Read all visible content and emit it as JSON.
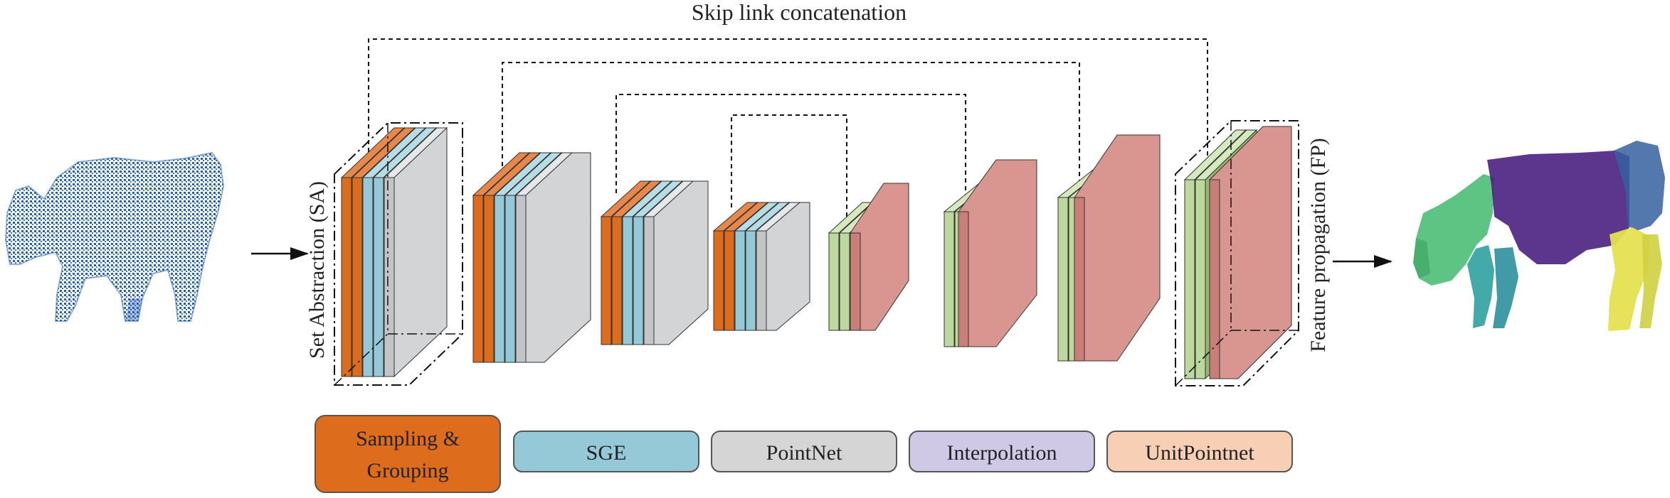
{
  "title": "Skip link concatenation",
  "left_label": "Set Abstraction (SA)",
  "right_label": "Feature propagation (FP)",
  "legend": [
    {
      "key": "sampling",
      "lines": [
        "Sampling &",
        "Grouping"
      ],
      "fill": "#DE6C1D"
    },
    {
      "key": "sge",
      "lines": [
        "SGE"
      ],
      "fill": "#96C9D8"
    },
    {
      "key": "pointnet",
      "lines": [
        "PointNet"
      ],
      "fill": "#D5D5D5"
    },
    {
      "key": "interpolation",
      "lines": [
        "Interpolation"
      ],
      "fill": "#CFC9E6"
    },
    {
      "key": "unitpointnet",
      "lines": [
        "UnitPointnet"
      ],
      "fill": "#F7CFB4"
    }
  ],
  "colors": {
    "orange": "#DE6C1D",
    "blue": "#96C9D8",
    "gray": "#D3D4D5",
    "green": "#BCD89C",
    "pink": "#D99590",
    "cow_input": "#2C5FAA",
    "seg_purple": "#4A2080",
    "seg_green": "#4FBF7A",
    "seg_teal": "#2FA0A0",
    "seg_yellow": "#E5E050",
    "seg_blue": "#3560A0"
  },
  "icons": [
    "input-point-cloud-cow",
    "segmented-point-cloud-cow"
  ]
}
